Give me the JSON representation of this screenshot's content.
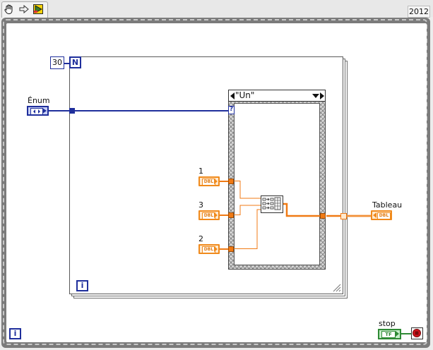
{
  "toolbar": {
    "version": "2012",
    "icons": [
      "hand-icon",
      "arrow-right-icon",
      "highlight-bulb-icon"
    ]
  },
  "for_loop": {
    "count": "30",
    "count_terminal": "N",
    "iteration_terminal": "i"
  },
  "enum": {
    "label": "Énum"
  },
  "case": {
    "selector_value": "\"Un\"",
    "selector_terminal": "?"
  },
  "constants": [
    {
      "label": "1",
      "type": "DBL"
    },
    {
      "label": "3",
      "type": "DBL"
    },
    {
      "label": "2",
      "type": "DBL"
    }
  ],
  "output": {
    "label": "Tableau",
    "type": "DBL"
  },
  "while_loop": {
    "iteration_terminal": "i",
    "stop_label": "stop",
    "stop_terminal": "TF"
  },
  "colors": {
    "enum_blue": "#1f2f9c",
    "dbl_orange": "#f08a1c",
    "stop_green": "#2f8a35",
    "stop_red": "#d4141e"
  }
}
